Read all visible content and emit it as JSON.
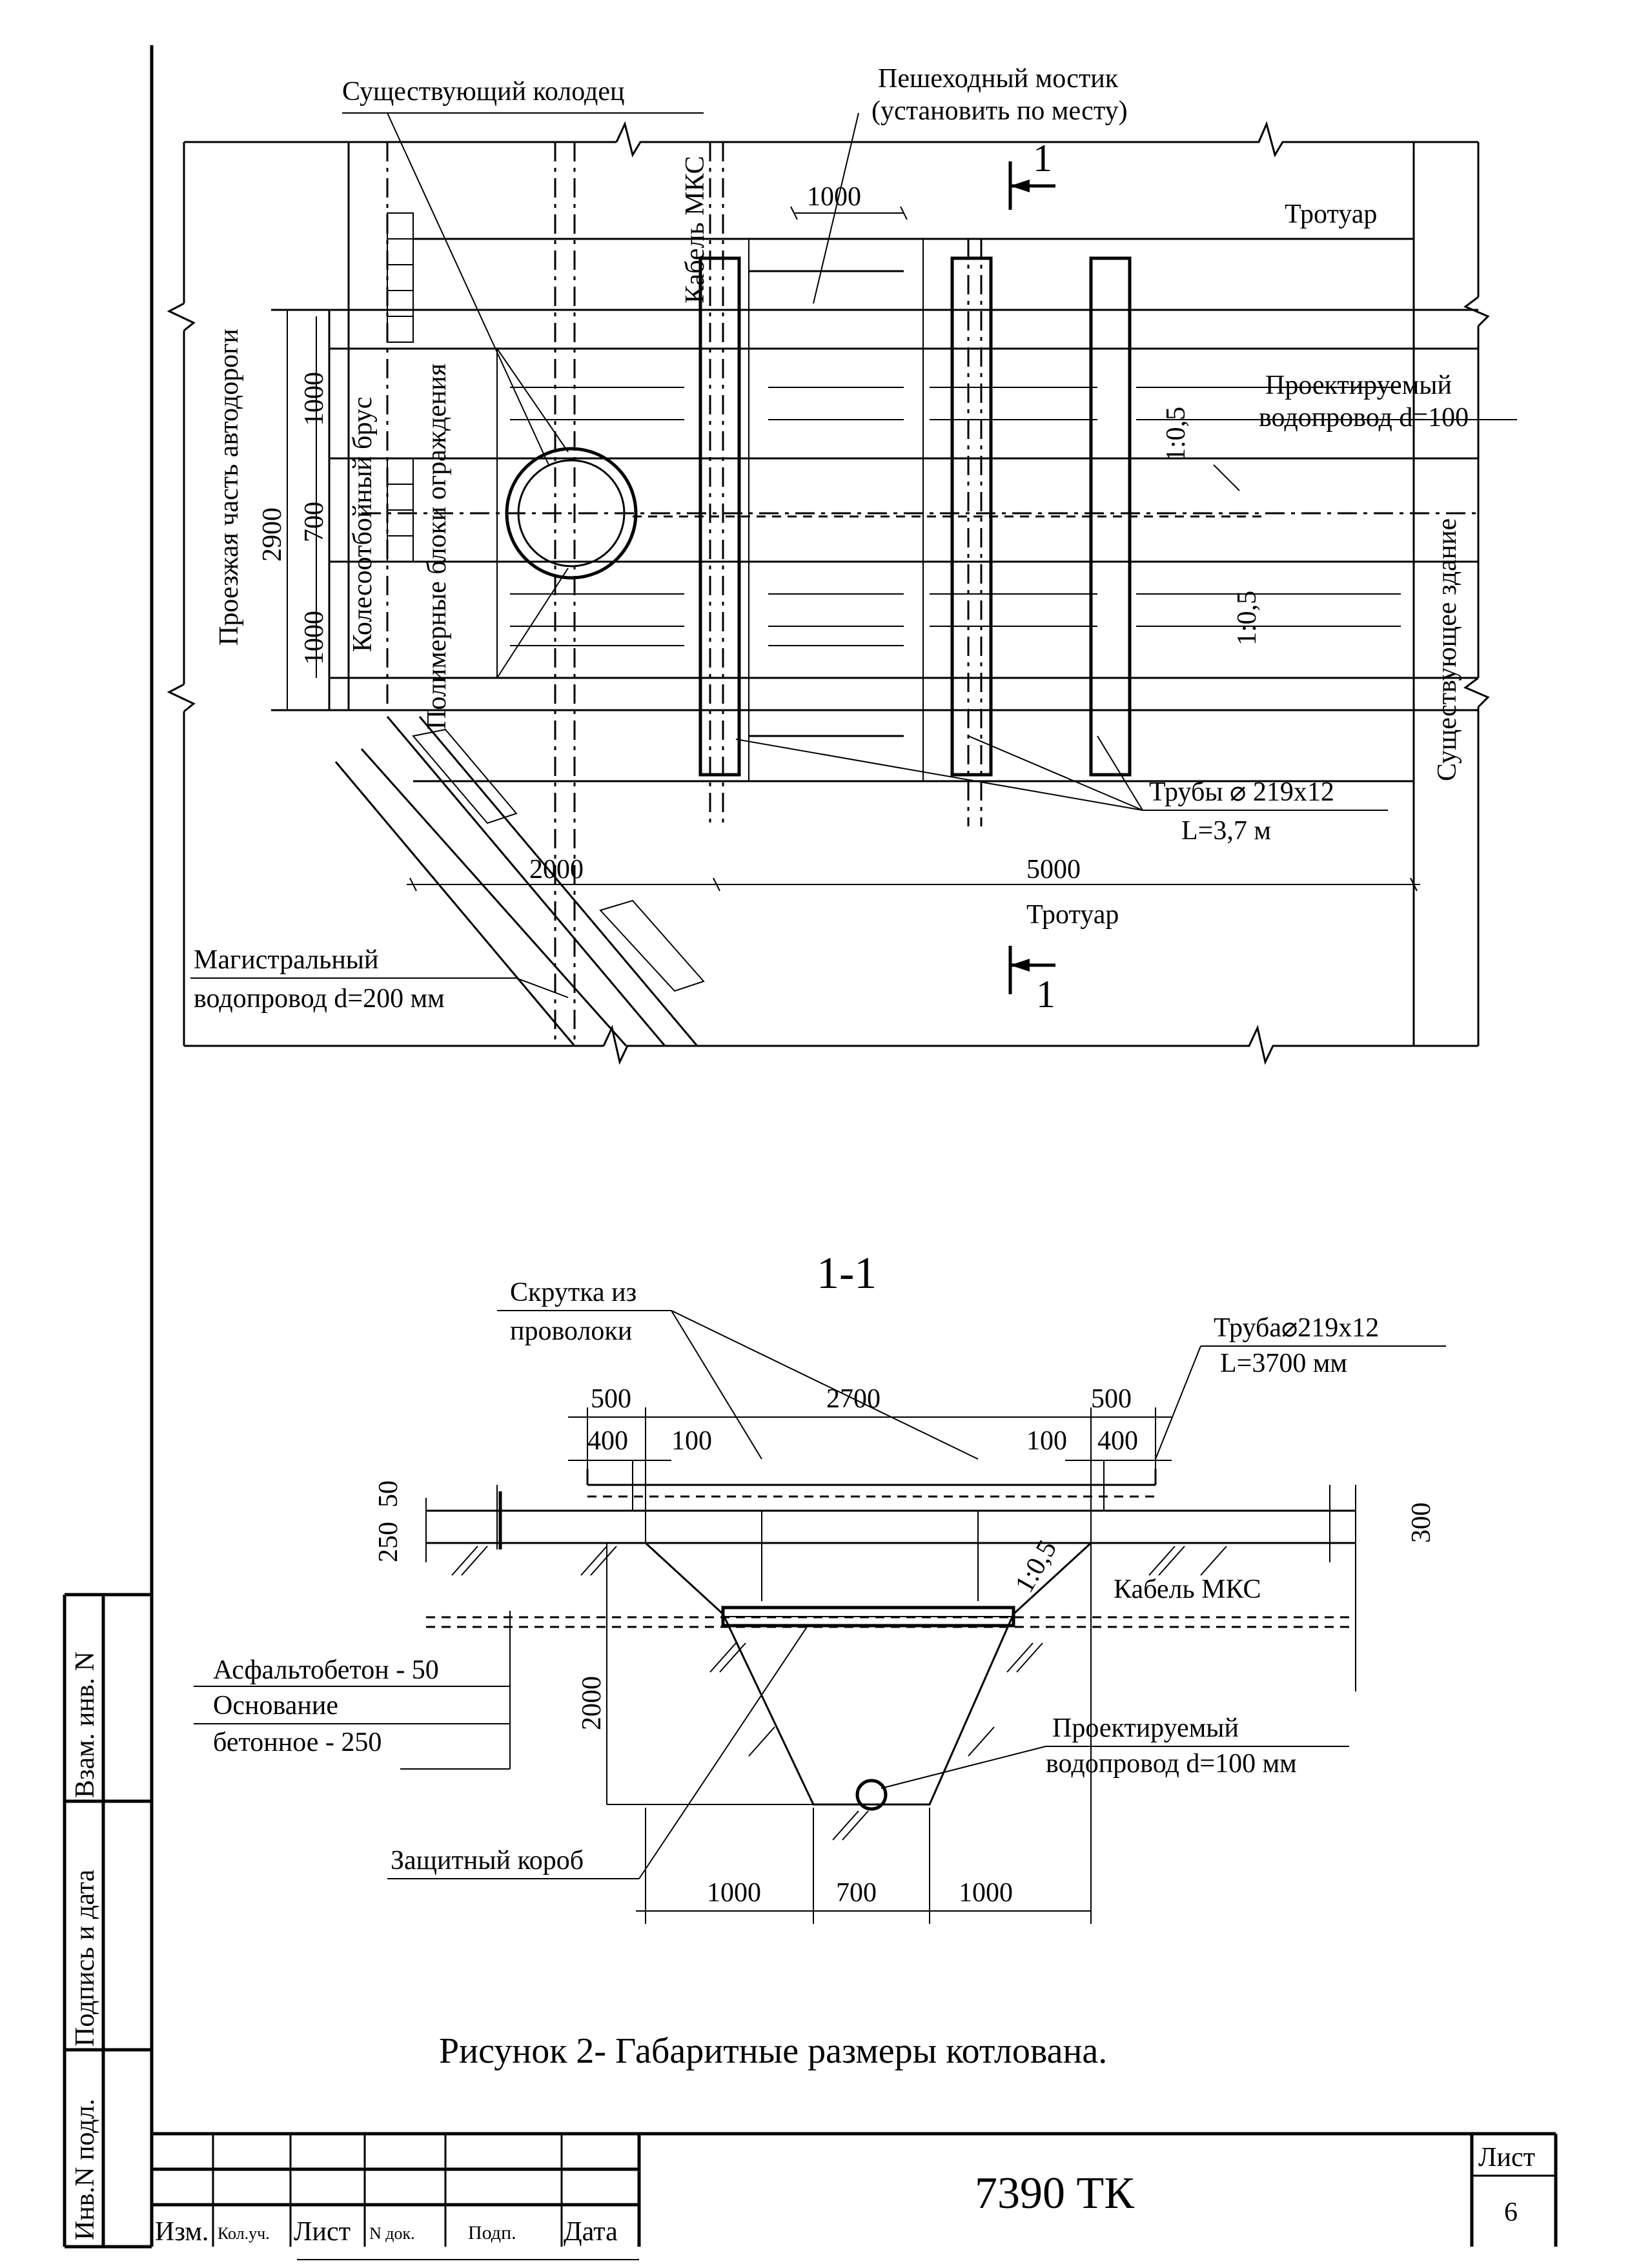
{
  "plan": {
    "existing_well": "Существующий колодец",
    "footbridge_line1": "Пешеходный мостик",
    "footbridge_line2": "(установить по месту)",
    "cable": "Кабель МКС",
    "sidewalk_top": "Тротуар",
    "sidewalk_bottom": "Тротуар",
    "roadway": "Проезжая часть автодороги",
    "wheel_beam": "Колесоотбойный брус",
    "polymer_blocks": "Полимерные блоки ограждения",
    "designed_main_line1": "Проектируемый",
    "designed_main_line2": "водопровод d=100",
    "existing_building": "Существующее здание",
    "pipes_line1": "Трубы ⌀ 219х12",
    "pipes_line2": "L=3,7 м",
    "main_water_line1": "Магистральный",
    "main_water_line2": "водопровод d=200 мм",
    "dim_1000_top": "1000",
    "dim_1000_a": "1000",
    "dim_700": "700",
    "dim_1000_b": "1000",
    "dim_2900": "2900",
    "slope_1": "1:0,5",
    "slope_2": "1:0,5",
    "dim_2000": "2000",
    "dim_5000": "5000",
    "section_mark_top": "1",
    "section_mark_bottom": "1"
  },
  "section": {
    "title": "1-1",
    "wire_twist_line1": "Скрутка из",
    "wire_twist_line2": "проволоки",
    "pipe_line1": "Труба⌀219х12",
    "pipe_line2": "L=3700 мм",
    "dim_500_left": "500",
    "dim_2700": "2700",
    "dim_500_right": "500",
    "dim_400_left": "400",
    "dim_100_left": "100",
    "dim_100_right": "100",
    "dim_400_right": "400",
    "dim_50": "50",
    "dim_250": "250",
    "dim_300": "300",
    "slope": "1:0,5",
    "cable": "Кабель МКС",
    "asphalt": "Асфальтобетон - 50",
    "base_line1": "Основание",
    "base_line2": "бетонное - 250",
    "dim_2000": "2000",
    "designed_main_line1": "Проектируемый",
    "designed_main_line2": "водопровод d=100 мм",
    "protective_box": "Защитный короб",
    "dim_1000_left": "1000",
    "dim_700": "700",
    "dim_1000_right": "1000"
  },
  "caption": "Рисунок 2- Габаритные размеры котлована.",
  "side_stamp": {
    "replaced_inv": "Взам. инв. N",
    "sign_date": "Подпись и дата",
    "orig_inv": "Инв.N подл."
  },
  "title_block": {
    "col_izm": "Изм.",
    "col_kol": "Кол.уч.",
    "col_list": "Лист",
    "col_ndoc": "N док.",
    "col_podp": "Подп.",
    "col_data": "Дата",
    "code": "7390 ТК",
    "sheet_label": "Лист",
    "sheet_number": "6"
  }
}
